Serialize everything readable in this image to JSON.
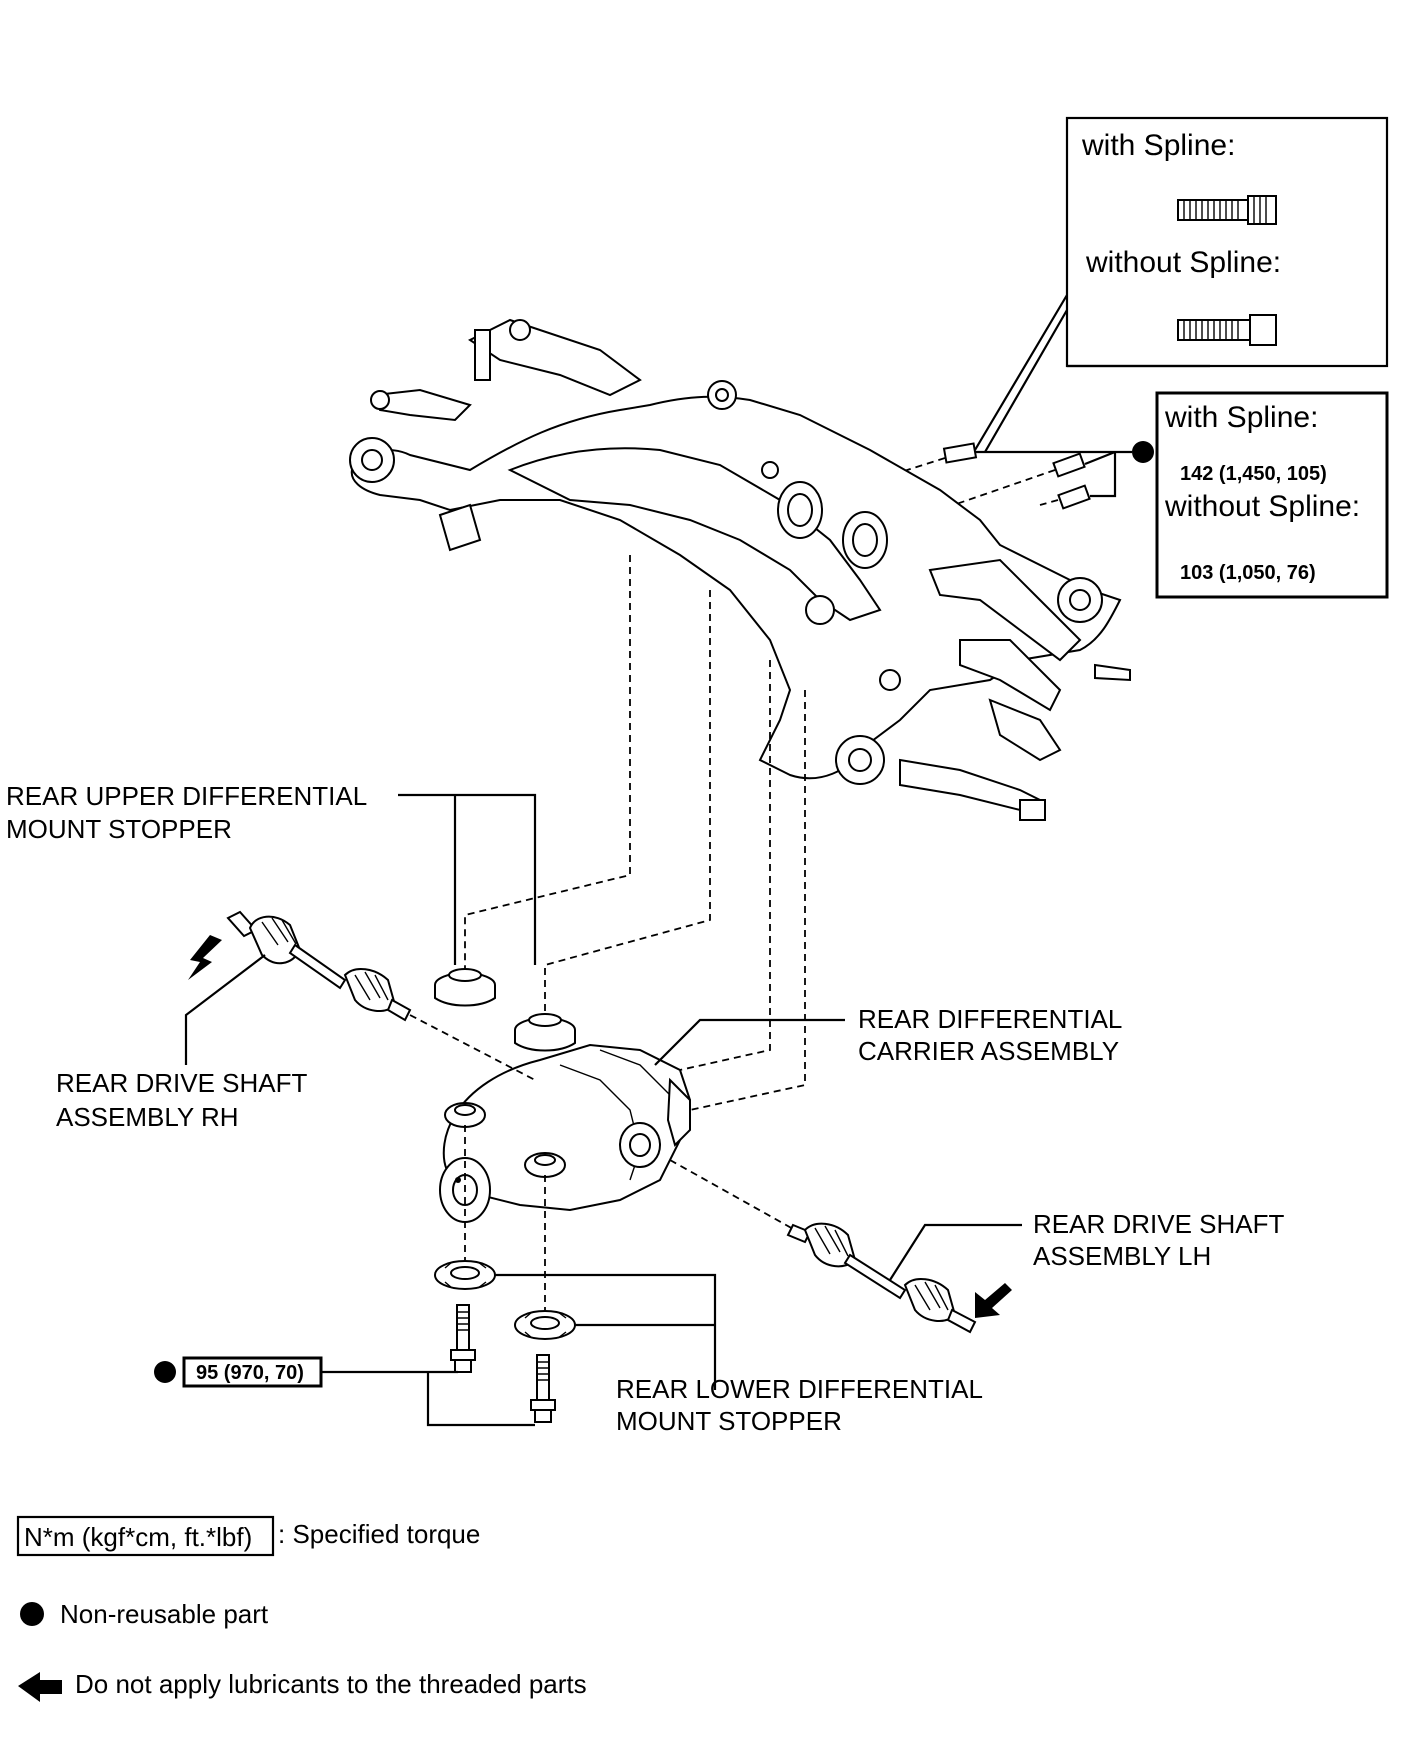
{
  "callouts": {
    "upper_stopper": [
      "REAR UPPER DIFFERENTIAL",
      "MOUNT STOPPER"
    ],
    "carrier": [
      "REAR DIFFERENTIAL",
      "CARRIER ASSEMBLY"
    ],
    "shaft_rh": [
      "REAR DRIVE SHAFT",
      "ASSEMBLY RH"
    ],
    "shaft_lh": [
      "REAR DRIVE SHAFT",
      "ASSEMBLY LH"
    ],
    "lower_stopper": [
      "REAR LOWER DIFFERENTIAL",
      "MOUNT STOPPER"
    ]
  },
  "bolt_inset": {
    "with_spline": "with Spline:",
    "without_spline": "without Spline:"
  },
  "torque_box": {
    "with_spline": "with Spline:",
    "with_spline_value": "142 (1,450, 105)",
    "without_spline": "without Spline:",
    "without_spline_value": "103 (1,050, 76)"
  },
  "lower_bolt_torque": "95 (970, 70)",
  "legend": {
    "torque_units": "N*m (kgf*cm, ft.*lbf)",
    "torque_desc": ": Specified torque",
    "non_reusable": "Non-reusable part",
    "no_lubricant": "Do not apply lubricants to the threaded parts"
  },
  "icons": {
    "non_reusable": "filled-circle-icon",
    "no_lubricant": "left-arrow-icon"
  }
}
